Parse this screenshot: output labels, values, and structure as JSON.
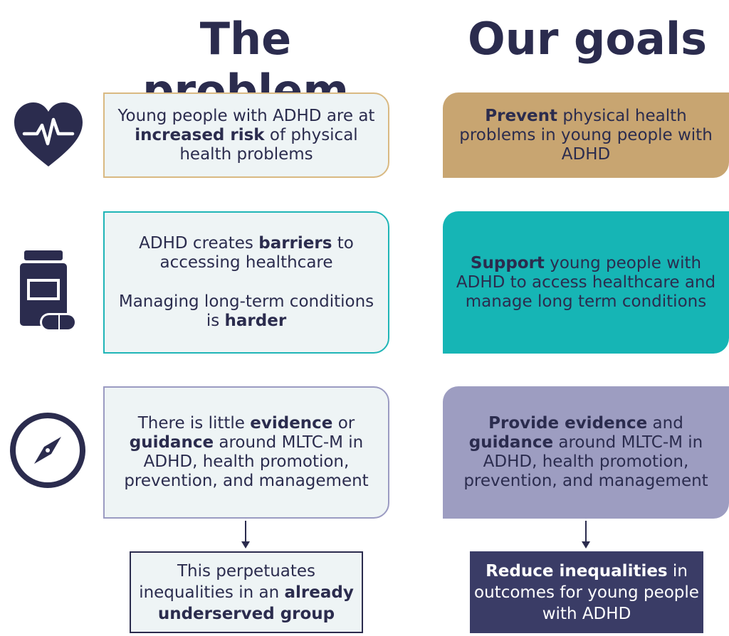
{
  "headings": {
    "problem": "The problem",
    "goals": "Our goals"
  },
  "problems": [
    {
      "pre": "Young people with ADHD are at ",
      "bold": "increased risk",
      "post": " of physical health problems"
    },
    {
      "line1_pre": "ADHD creates ",
      "line1_bold": "barriers",
      "line1_post": " to accessing healthcare",
      "line2_pre": "Managing long-term conditions is ",
      "line2_bold": "harder"
    },
    {
      "pre": "There is little ",
      "bold1": "evidence",
      "mid": " or ",
      "bold2": "guidance",
      "post": " around MLTC-M in ADHD, health promotion, prevention, and management"
    }
  ],
  "goals": [
    {
      "bold": "Prevent",
      "post": " physical health problems in young people with ADHD"
    },
    {
      "bold": "Support",
      "post": " young people with ADHD to access healthcare and manage long term conditions"
    },
    {
      "pre": "Provide ",
      "bold1": "evidence",
      "mid": " and ",
      "bold2": "guidance",
      "post": " around MLTC-M in ADHD, health promotion, prevention, and management"
    }
  ],
  "outcomes": {
    "problem": {
      "pre": "This perpetuates inequalities in an ",
      "bold": "already underserved group"
    },
    "goal": {
      "bold": "Reduce inequalities",
      "post": " in outcomes for young people with ADHD"
    }
  },
  "icons": [
    "heart-pulse-icon",
    "pill-bottle-icon",
    "compass-icon"
  ],
  "colors": {
    "navy": "#2b2c4e",
    "gold": "#c8a571",
    "teal": "#16b5b5",
    "lavender": "#9d9dc1",
    "outcome_dark": "#3a3c66",
    "problem_fill": "#eef4f5"
  }
}
